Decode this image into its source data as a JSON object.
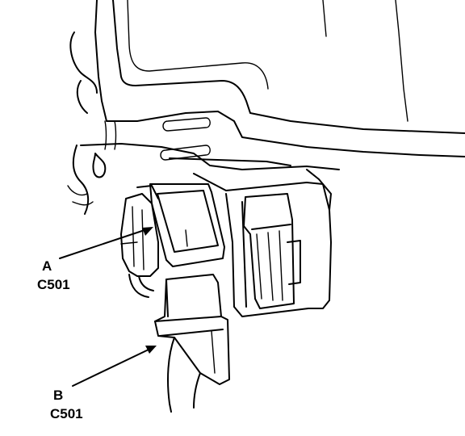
{
  "callouts": [
    {
      "letter": "A",
      "code": "C501"
    },
    {
      "letter": "B",
      "code": "C501"
    }
  ],
  "colors": {
    "line": "#000000",
    "background": "#ffffff"
  }
}
